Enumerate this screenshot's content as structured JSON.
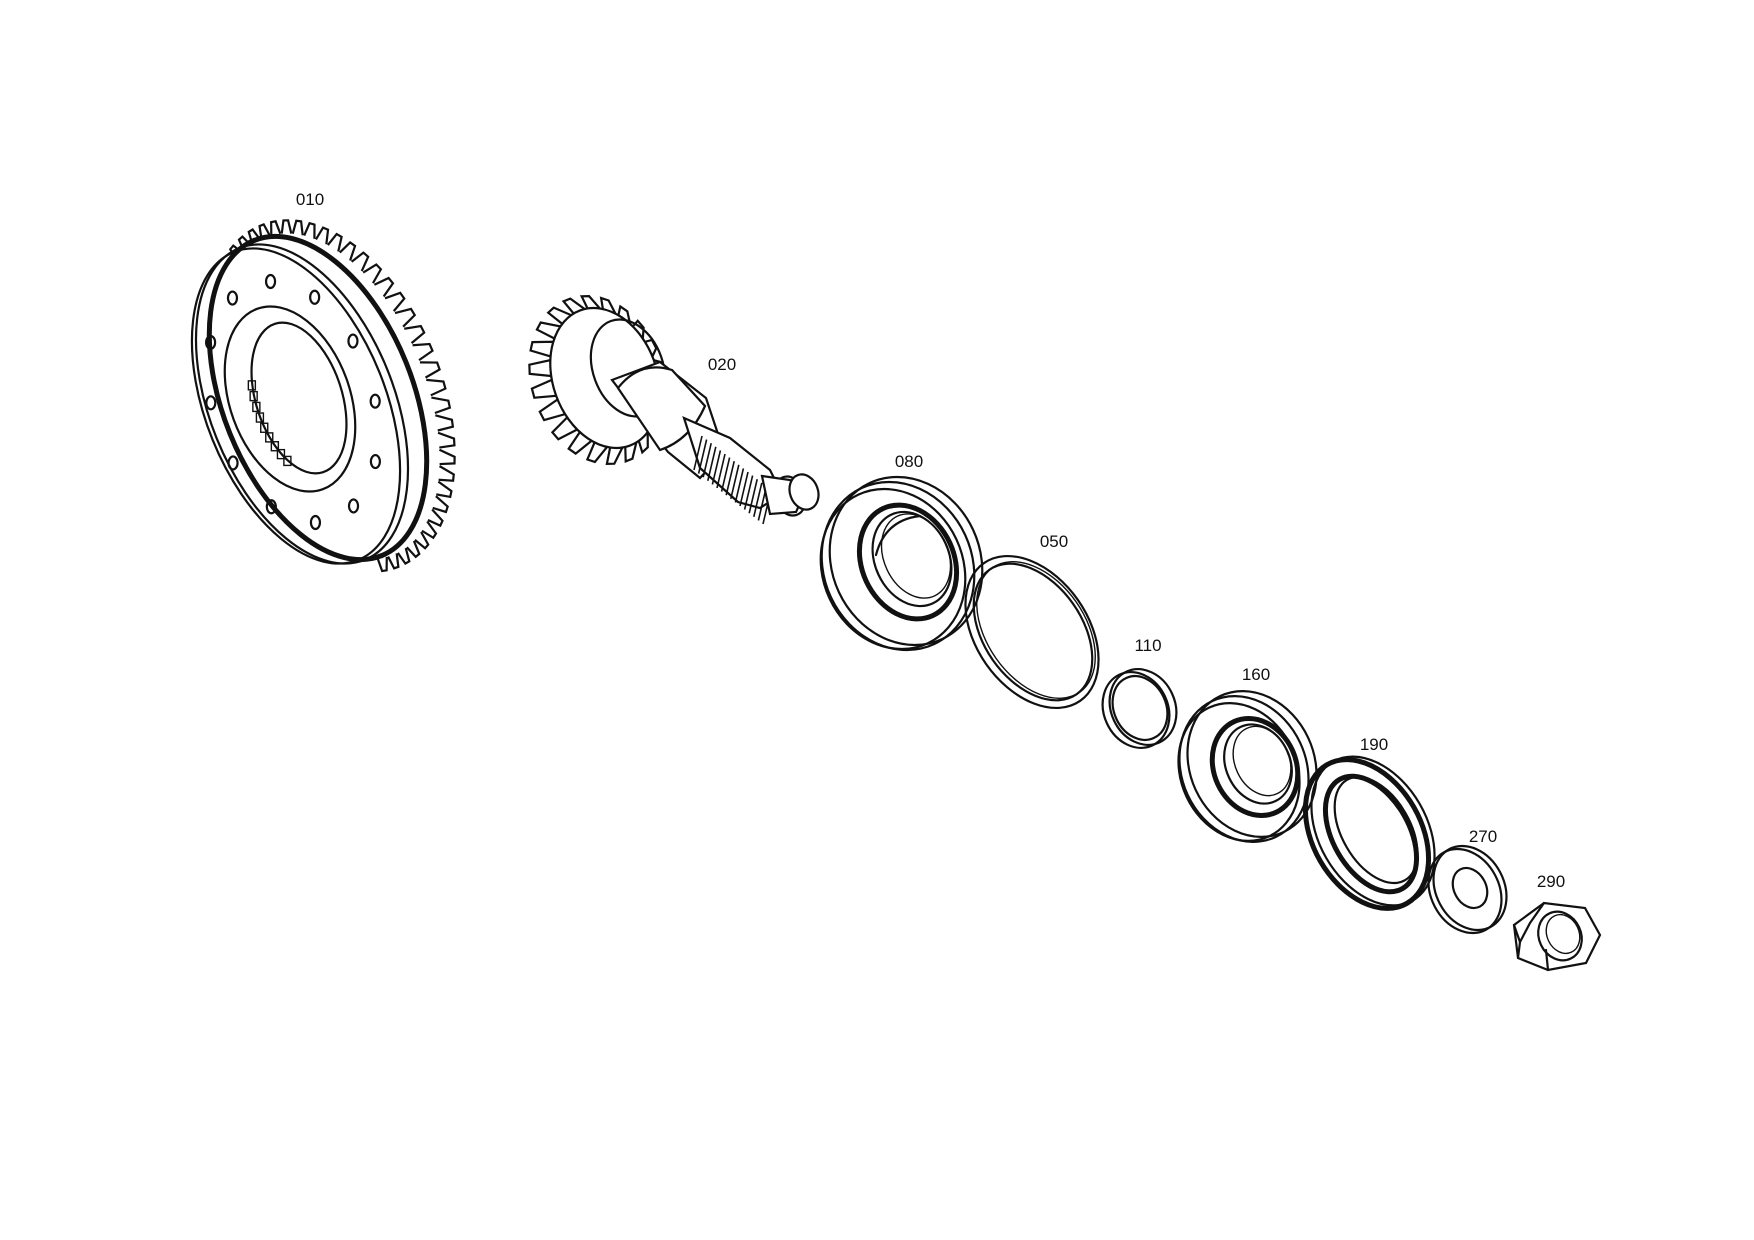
{
  "diagram": {
    "parts": [
      {
        "id": "010",
        "label": "010",
        "icon": "bevel-ring-gear"
      },
      {
        "id": "020",
        "label": "020",
        "icon": "bevel-pinion-shaft"
      },
      {
        "id": "080",
        "label": "080",
        "icon": "taper-roller-bearing"
      },
      {
        "id": "050",
        "label": "050",
        "icon": "shim-ring"
      },
      {
        "id": "110",
        "label": "110",
        "icon": "spacer-ring"
      },
      {
        "id": "160",
        "label": "160",
        "icon": "taper-roller-bearing"
      },
      {
        "id": "190",
        "label": "190",
        "icon": "shaft-seal"
      },
      {
        "id": "270",
        "label": "270",
        "icon": "washer"
      },
      {
        "id": "290",
        "label": "290",
        "icon": "hex-nut"
      }
    ]
  },
  "colors": {
    "line": "#111111",
    "background": "#ffffff"
  }
}
